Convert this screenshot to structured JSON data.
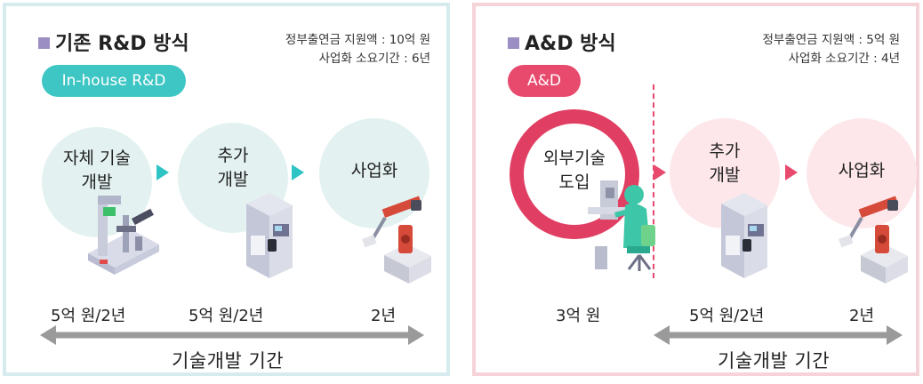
{
  "left": {
    "title": "기존 R&D 방식",
    "info_line1": "정부출연금 지원액 : 10억 원",
    "info_line2": "사업화 소요기간 : 6년",
    "badge": "In-house R&D",
    "steps": [
      {
        "label": "자체 기술\n개발",
        "cost": "5억 원/2년",
        "illustration": "microscope-lab-machine"
      },
      {
        "label": "추가\n개발",
        "cost": "5억 원/2년",
        "illustration": "industrial-machine"
      },
      {
        "label": "사업화",
        "cost": "2년",
        "illustration": "robot-arm"
      }
    ],
    "period_label": "기술개발 기간"
  },
  "right": {
    "title": "A&D 방식",
    "info_line1": "정부출연금 지원액 : 5억 원",
    "info_line2": "사업화 소요기간 : 4년",
    "badge": "A&D",
    "steps": [
      {
        "label": "외부기술\n도입",
        "cost": "3억 원",
        "illustration": "scientist-at-workstation"
      },
      {
        "label": "추가\n개발",
        "cost": "5억 원/2년",
        "illustration": "industrial-machine"
      },
      {
        "label": "사업화",
        "cost": "2년",
        "illustration": "robot-arm"
      }
    ],
    "period_label": "기술개발 기간"
  },
  "colors": {
    "teal_accent": "#3ec6c4",
    "pink_accent": "#e84a6d",
    "teal_circle": "#e3f2f1",
    "pink_circle": "#fde7ea",
    "bullet": "#9b8ec2",
    "arrow_gray": "#9a9a9a"
  }
}
